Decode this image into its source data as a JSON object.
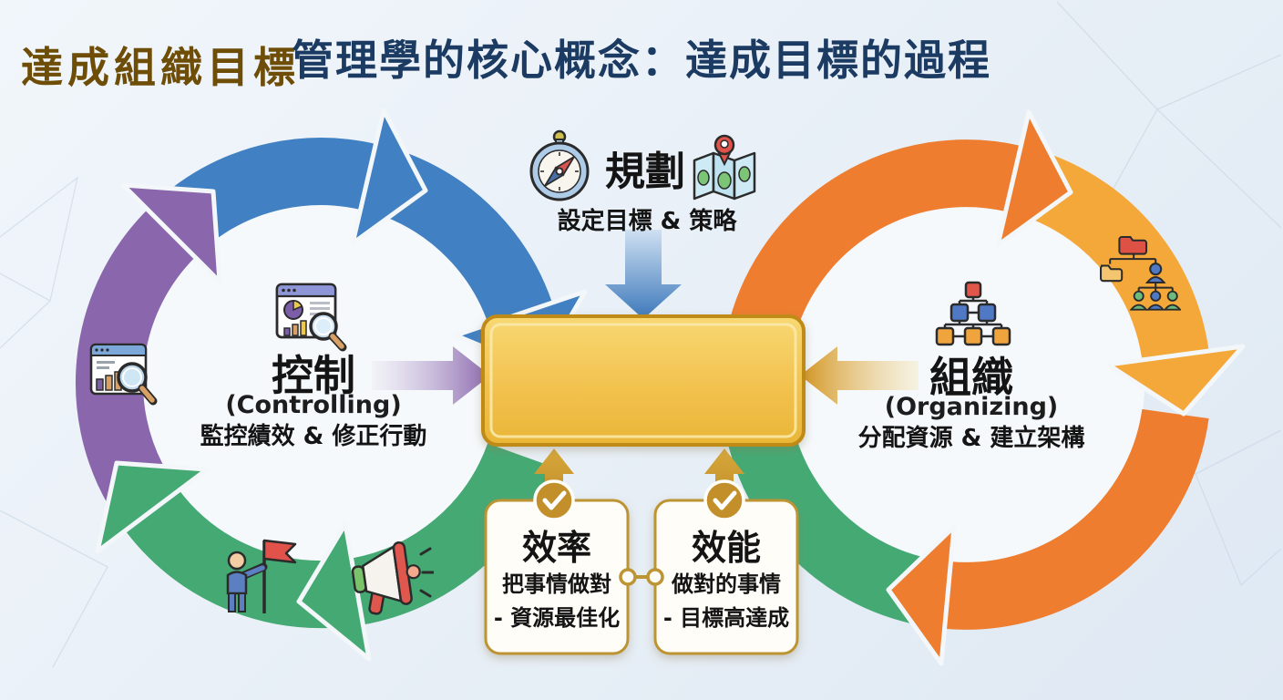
{
  "title": "管理學的核心概念：達成目標的過程",
  "center_goal": {
    "label": "達成組織目標"
  },
  "planning": {
    "label": "規劃",
    "subtitle": "設定目標 & 策略"
  },
  "controlling": {
    "label": "控制",
    "english": "(Controlling)",
    "description": "監控績效 & 修正行動"
  },
  "organizing": {
    "label": "組織",
    "english": "(Organizing)",
    "description": "分配資源 & 建立架構"
  },
  "efficiency": {
    "label": "效率",
    "line1": "把事情做對",
    "line2": "- 資源最佳化"
  },
  "effectiveness": {
    "label": "效能",
    "line1": "做對的事情",
    "line2": "- 目標高達成"
  },
  "icons": {
    "planning_left": "compass-icon",
    "planning_right": "map-pin-icon",
    "controlling_center": "dashboard-magnifier-icon",
    "controlling_ring": "analytics-magnifier-icon",
    "cycle_bottom_left": "person-flag-icon",
    "cycle_bottom_right": "megaphone-icon",
    "organizing_center": "org-chart-blocks-icon",
    "organizing_ring": "folder-team-hierarchy-icon",
    "efficiency_badge": "check-icon",
    "effectiveness_badge": "check-icon"
  },
  "colors": {
    "title": "#1c3b63",
    "blue_arc": "#4180c2",
    "purple_arc": "#8a67ad",
    "green_arc": "#45a974",
    "orange_dark": "#ee7d2f",
    "orange_light": "#f5a83a",
    "gold_box_fill": "#f2c24f",
    "gold_border": "#c08a18",
    "goal_text": "#6e4d07",
    "badge_gold": "#c28f2b",
    "background": "#e9f0f7"
  }
}
